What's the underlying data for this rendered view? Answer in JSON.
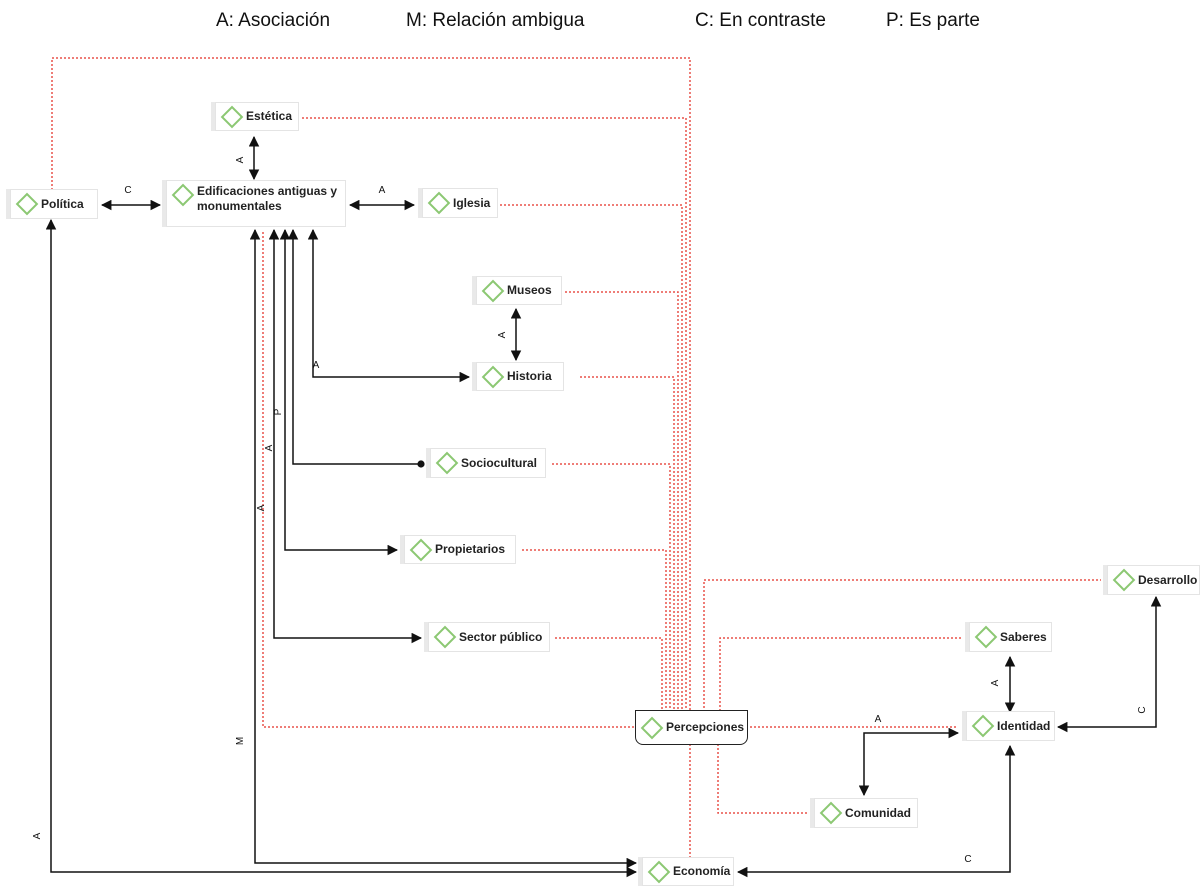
{
  "legend": {
    "a": "A: Asociación",
    "m": "M: Relación ambigua",
    "c": "C: En contraste",
    "p": "P: Es parte"
  },
  "nodes": {
    "estetica": "Estética",
    "politica": "Política",
    "edificaciones": "Edificaciones antiguas y monumentales",
    "iglesia": "Iglesia",
    "museos": "Museos",
    "historia": "Historia",
    "sociocultural": "Sociocultural",
    "propietarios": "Propietarios",
    "sector_publico": "Sector público",
    "percepciones": "Percepciones",
    "desarrollo": "Desarrollo",
    "saberes": "Saberes",
    "identidad": "Identidad",
    "comunidad": "Comunidad",
    "economia": "Economía"
  },
  "edge_labels": {
    "estetica_edif": "A",
    "politica_edif": "C",
    "edif_iglesia": "A",
    "museos_historia": "A",
    "edif_historia": "A",
    "edif_propietarios": "P",
    "edif_sociocultural": "A",
    "edif_sector": "A",
    "edif_economia": "M",
    "politica_economia": "A",
    "economia_identidad": "C",
    "saberes_identidad": "A",
    "desarrollo_identidad": "C",
    "identidad_comunidad": "A"
  },
  "colors": {
    "link_red": "#e8524a",
    "node_icon_green": "#8cc873",
    "arrow_black": "#111111"
  }
}
